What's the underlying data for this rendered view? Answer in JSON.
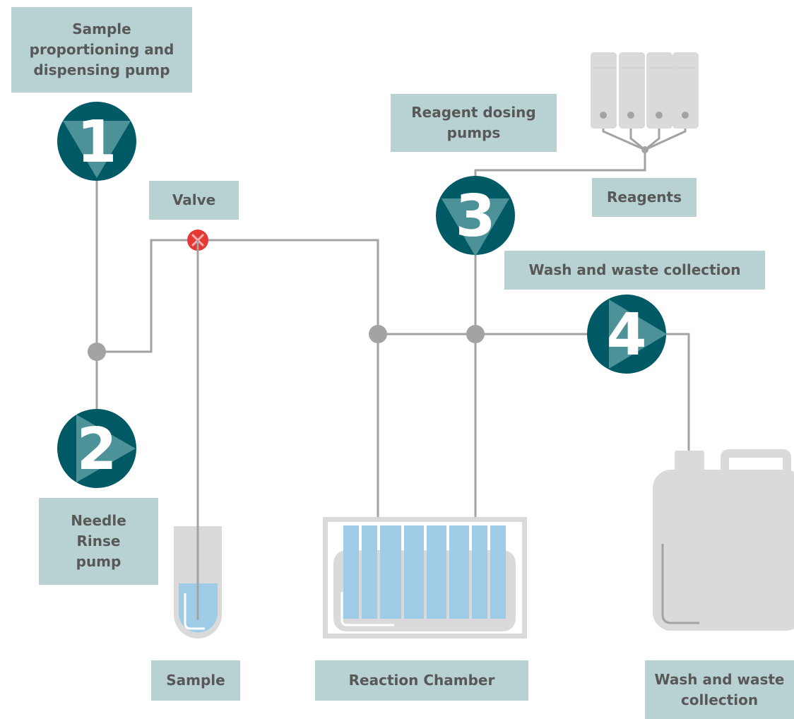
{
  "labels": {
    "sample_pump": "Sample\nproportioning and\ndispensing pump",
    "reagent_pumps": "Reagent dosing\npumps",
    "valve": "Valve",
    "reagents": "Reagents",
    "wash_waste_top": "Wash and waste collection",
    "needle_rinse": "Needle\nRinse\npump",
    "sample": "Sample",
    "reaction_chamber": "Reaction Chamber",
    "wash_waste_bottom": "Wash and waste\ncollection"
  },
  "pumps": [
    {
      "number": "1",
      "direction": "down"
    },
    {
      "number": "2",
      "direction": "right"
    },
    {
      "number": "3",
      "direction": "down"
    },
    {
      "number": "4",
      "direction": "right"
    }
  ],
  "colors": {
    "pump_fill": "#005a66",
    "pump_triangle": "#5a9ba2",
    "pipe": "#a3a3a3",
    "label_bg": "#b8d1d2",
    "label_text": "#585858",
    "container": "#dadada",
    "liquid": "#9ecbe6",
    "valve": "#e53935"
  }
}
